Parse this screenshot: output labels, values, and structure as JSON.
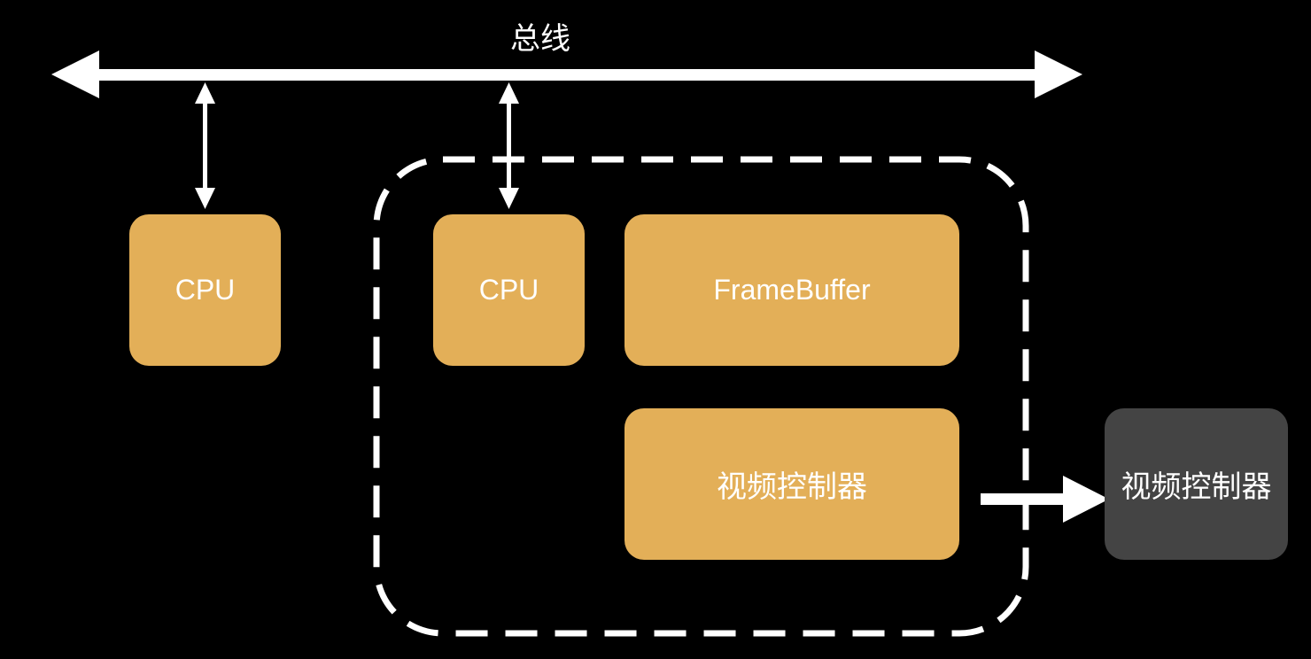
{
  "bus": {
    "label": "总线"
  },
  "nodes": {
    "cpu_left": {
      "label": "CPU"
    },
    "cpu_inner": {
      "label": "CPU"
    },
    "framebuffer": {
      "label": "FrameBuffer"
    },
    "video_controller_inner": {
      "label": "视频控制器"
    },
    "video_controller_outer": {
      "label": "视频控制器"
    }
  },
  "colors": {
    "background": "#000000",
    "box_fill": "#e3af58",
    "external_box_fill": "#444444",
    "line": "#ffffff"
  }
}
